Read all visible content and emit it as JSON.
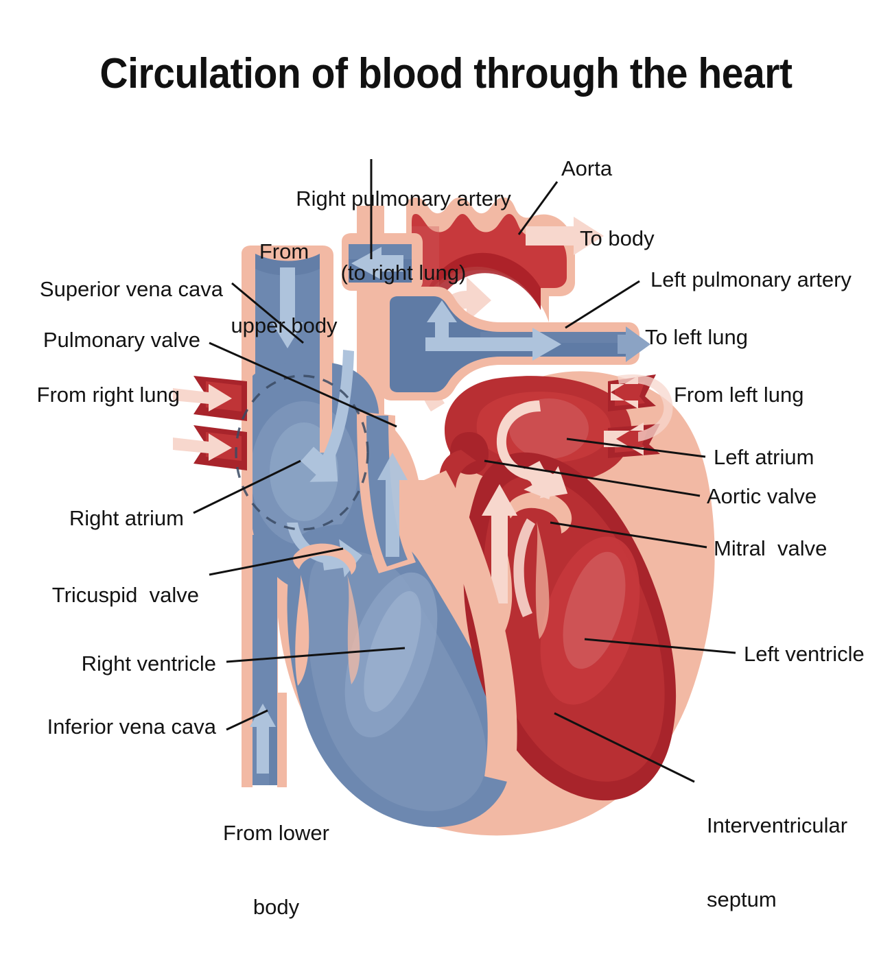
{
  "title": "Circulation of blood through the heart",
  "colors": {
    "artery_red": "#c7393c",
    "artery_red_dark": "#a81f26",
    "artery_red_mid": "#b82f33",
    "artery_red_light": "#cf5a5c",
    "vein_blue": "#6d88b0",
    "vein_blue_dark": "#5b77a1",
    "vein_blue_light": "#8ba3c4",
    "vein_blue_pale": "#a9bcd6",
    "myocardium_pink": "#f2b9a4",
    "myocardium_pink_light": "#f7cdbb",
    "arrow_pale_pink": "#f7d7cd",
    "arrow_pale_blue": "#aec3dc",
    "outline_dash": "#3a4a63",
    "label_text": "#131313",
    "leader_line": "#111111",
    "background": "#ffffff"
  },
  "labels": {
    "right_pulmonary_artery": {
      "line1": "Right pulmonary artery",
      "line2": "(to right lung)"
    },
    "aorta": "Aorta",
    "to_body": "To body",
    "from_upper_body": {
      "line1": "From",
      "line2": "upper body"
    },
    "superior_vena_cava": "Superior vena cava",
    "pulmonary_valve": "Pulmonary valve",
    "from_right_lung": "From right lung",
    "left_pulmonary_artery": "Left pulmonary artery",
    "to_left_lung": "To left lung",
    "from_left_lung": "From left lung",
    "left_atrium": "Left atrium",
    "aortic_valve": "Aortic valve",
    "mitral_valve": "Mitral  valve",
    "right_atrium": "Right atrium",
    "tricuspid_valve": "Tricuspid  valve",
    "right_ventricle": "Right ventricle",
    "inferior_vena_cava": "Inferior vena cava",
    "from_lower_body": {
      "line1": "From lower",
      "line2": "body"
    },
    "left_ventricle": "Left ventricle",
    "interventricular_septum": {
      "line1": "Interventricular",
      "line2": "septum"
    }
  },
  "icons": {
    "flow_arrow_svc_down": "arrow-down-icon",
    "flow_arrow_ivc_up": "arrow-up-icon",
    "flow_arrow_aorta_right": "arrow-right-icon",
    "flow_arrow_rpa_left": "arrow-left-icon",
    "flow_arrow_lpa_right": "arrow-right-icon",
    "flow_arrow_pulm_vein_right_1": "arrow-right-icon",
    "flow_arrow_pulm_vein_right_2": "arrow-right-icon",
    "flow_arrow_pulm_vein_left_1": "arrow-left-icon",
    "flow_arrow_pulm_vein_left_2": "arrow-left-icon"
  }
}
